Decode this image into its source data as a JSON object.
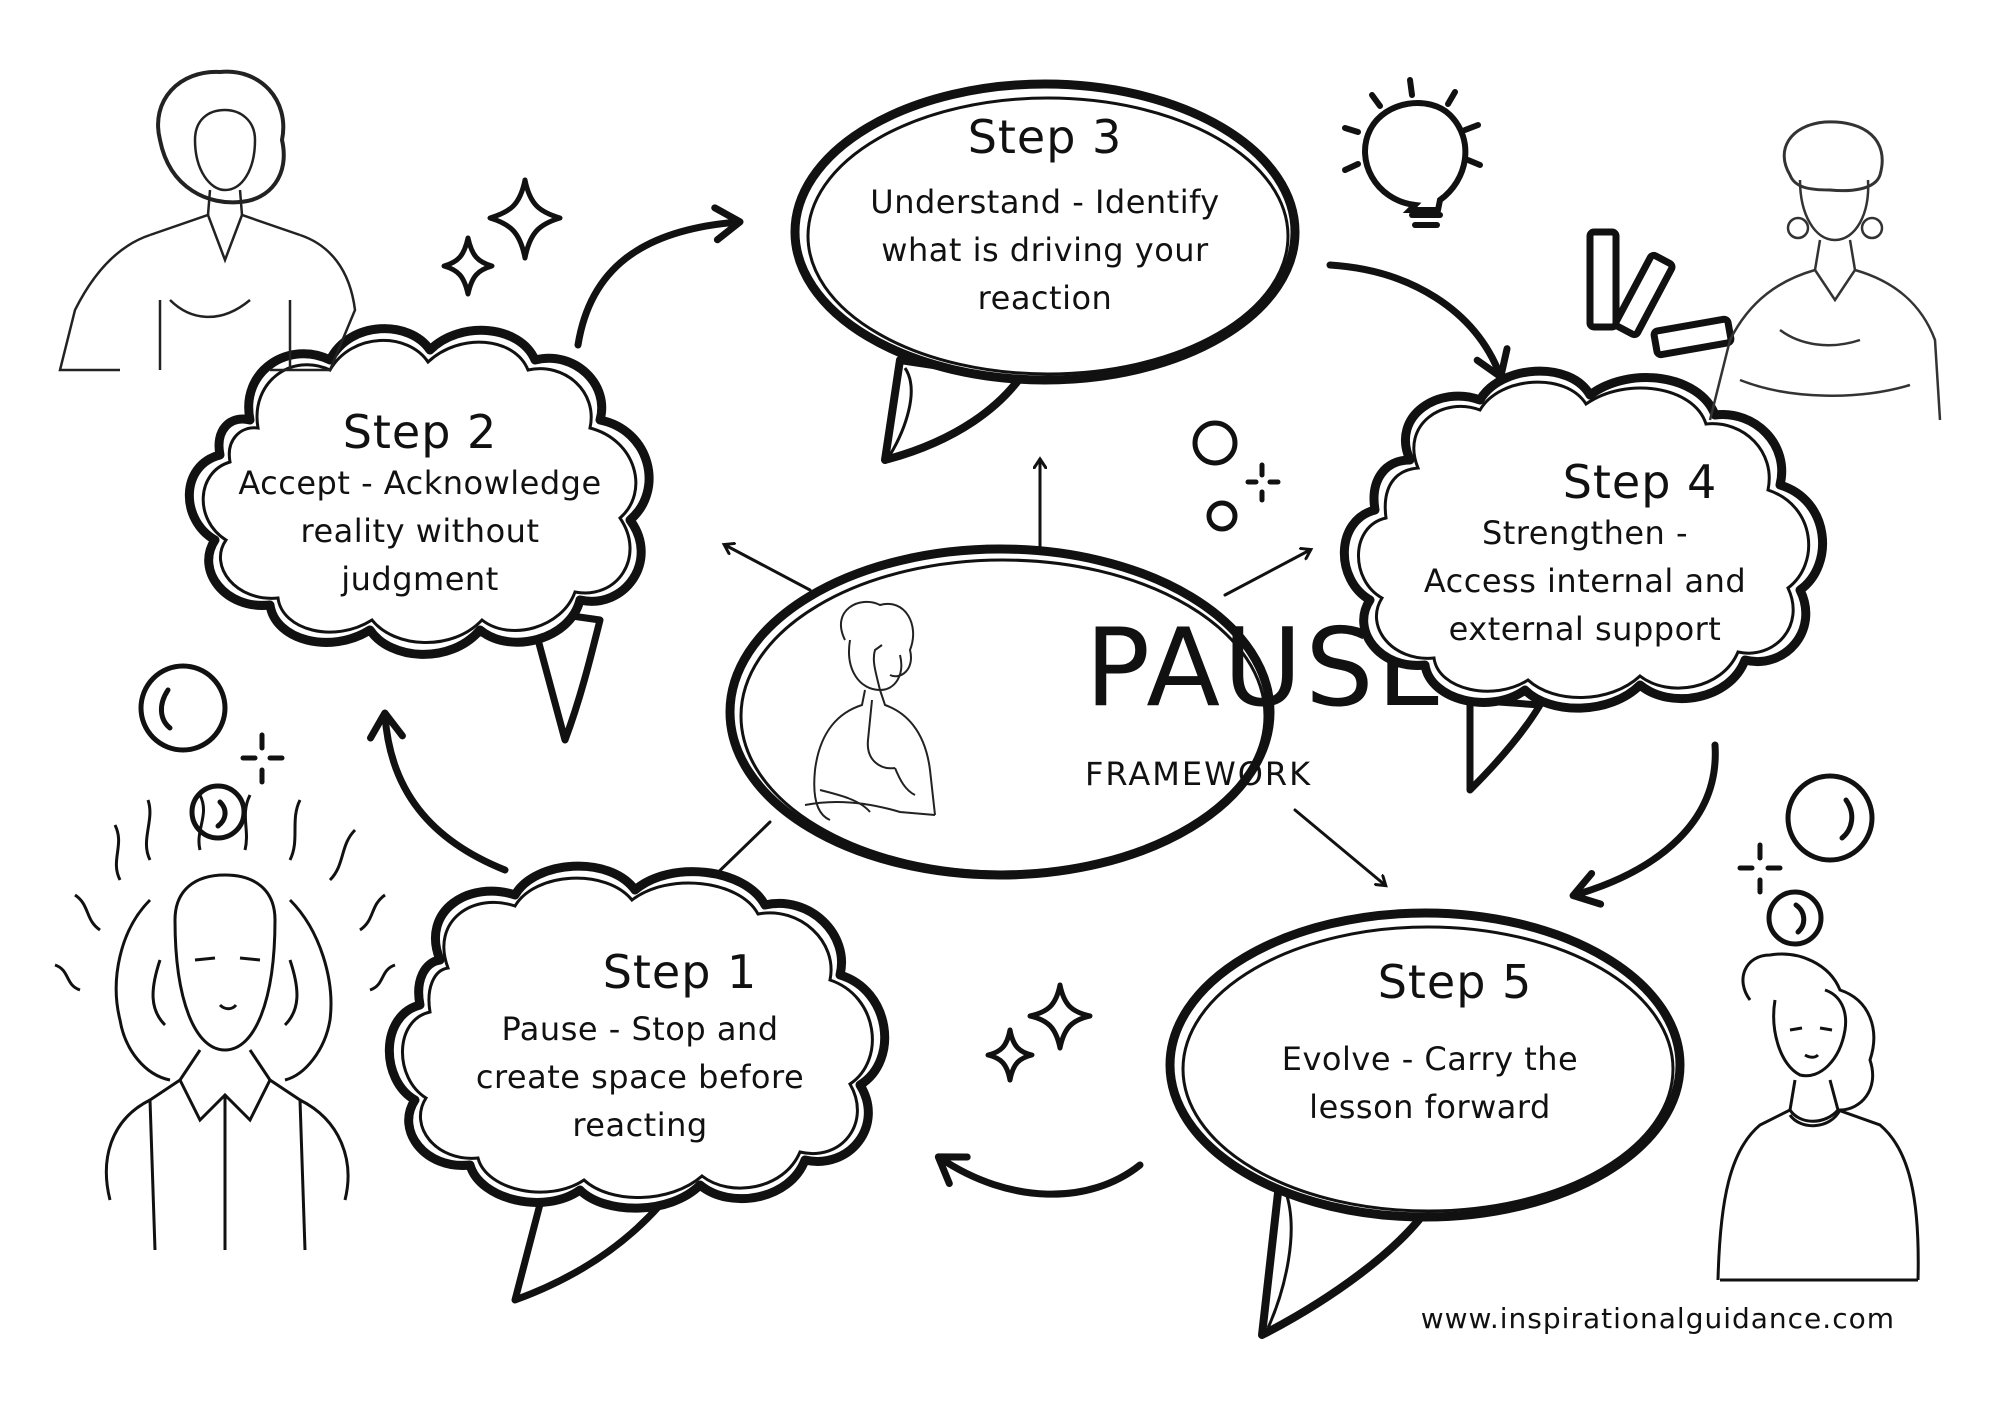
{
  "center": {
    "title": "PAUSE",
    "subtitle": "FRAMEWORK"
  },
  "steps": [
    {
      "title": "Step 1",
      "lines": [
        "Pause - Stop and",
        "create space before",
        "reacting"
      ]
    },
    {
      "title": "Step 2",
      "lines": [
        "Accept - Acknowledge",
        "reality without",
        "judgment"
      ]
    },
    {
      "title": "Step 3",
      "lines": [
        "Understand - Identify",
        "what is driving your",
        "reaction"
      ]
    },
    {
      "title": "Step 4",
      "lines": [
        "Strengthen -",
        "Access internal and",
        "external support"
      ]
    },
    {
      "title": "Step 5",
      "lines": [
        "Evolve - Carry the",
        "lesson forward"
      ]
    }
  ],
  "footer": {
    "url": "www.inspirationalguidance.com"
  },
  "colors": {
    "ink": "#111111",
    "background": "#ffffff"
  },
  "icons": [
    "lightbulb-icon",
    "sparkle-icon",
    "exclamation-icon",
    "bubble-dots-icon"
  ]
}
